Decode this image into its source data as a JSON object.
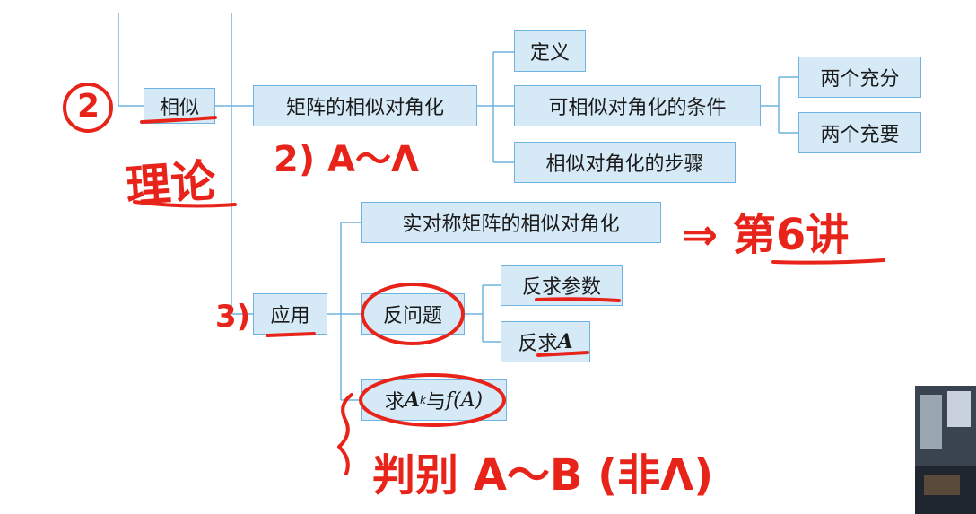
{
  "nodes": {
    "xiangsi": "相似",
    "juzhen_xiangsi": "矩阵的相似对角化",
    "dingyi": "定义",
    "tiaojian": "可相似对角化的条件",
    "chongfen": "两个充分",
    "chongyao": "两个充要",
    "buzhou": "相似对角化的步骤",
    "yingyong": "应用",
    "shiduicheng": "实对称矩阵的相似对角化",
    "fanwenti": "反问题",
    "fanqiu_canshu": "反求参数",
    "fanqiu_a_text": "反求",
    "fanqiu_a_var": "A",
    "qiu_prefix": "求",
    "qiu_a": "A",
    "qiu_k": "k",
    "qiu_mid": "与",
    "qiu_f": "f",
    "qiu_paren_a": "(A)"
  },
  "handwriting": {
    "mark2": "2",
    "lilun": "理论",
    "a_sim": "2) A～Λ",
    "mark3": "3)",
    "arrow_ref": "⇒ 第6讲",
    "panbie": "判别 A～B (非Λ)"
  },
  "colors": {
    "node_fill": "#d6e9f7",
    "node_border": "#6fb3e0",
    "connector": "#6fb3e0",
    "ink": "#e8241a"
  }
}
